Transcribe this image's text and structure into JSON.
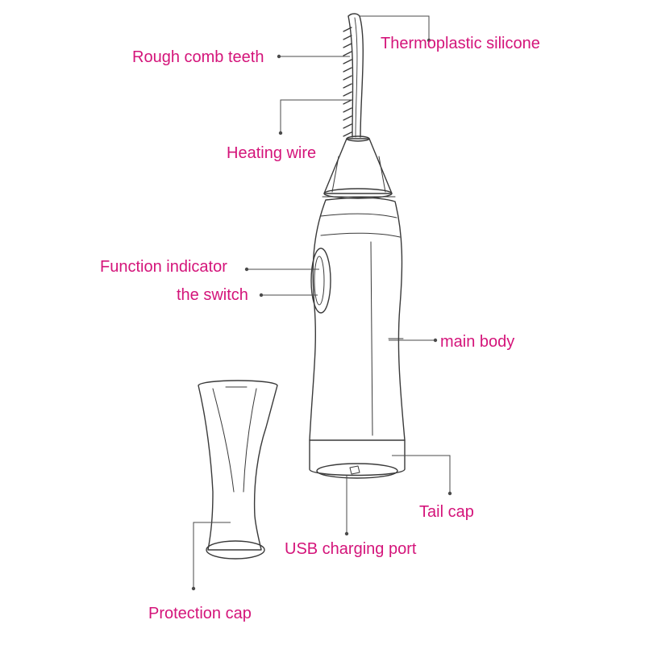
{
  "colors": {
    "label": "#d4147a",
    "line": "#4a4a4a",
    "outline": "#3a3a3a",
    "background": "#ffffff"
  },
  "labels": {
    "thermoplastic_silicone": "Thermoplastic silicone",
    "rough_comb_teeth": "Rough comb teeth",
    "heating_wire": "Heating wire",
    "function_indicator": "Function indicator",
    "the_switch": "the switch",
    "main_body": "main body",
    "tail_cap": "Tail cap",
    "usb_charging_port": "USB charging port",
    "protection_cap": "Protection cap"
  }
}
